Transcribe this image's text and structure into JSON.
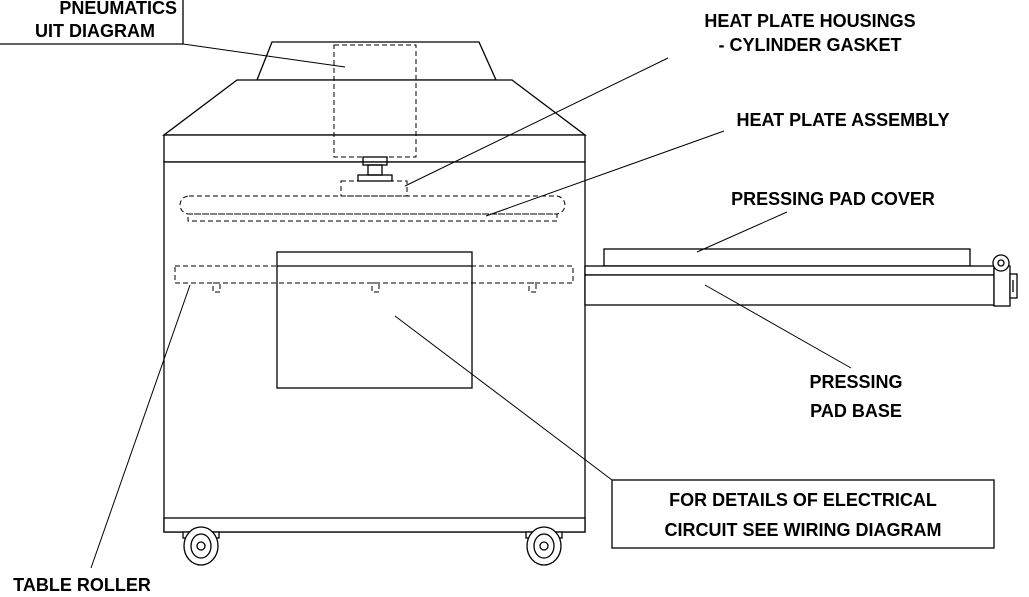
{
  "labels": {
    "pneumatics_line1": "PNEUMATICS",
    "pneumatics_line2": "UIT DIAGRAM",
    "heat_plate_housings_line1": "HEAT PLATE HOUSINGS",
    "heat_plate_housings_line2": "- CYLINDER GASKET",
    "heat_plate_assembly": "HEAT PLATE ASSEMBLY",
    "pressing_pad_cover": "PRESSING PAD COVER",
    "pressing_pad_base_line1": "PRESSING",
    "pressing_pad_base_line2": "PAD BASE",
    "electrical_line1": "FOR DETAILS OF ELECTRICAL",
    "electrical_line2": "CIRCUIT SEE WIRING DIAGRAM",
    "table_roller": "TABLE ROLLER"
  }
}
